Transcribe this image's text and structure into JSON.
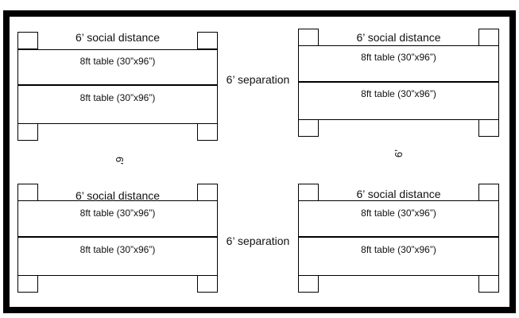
{
  "colors": {
    "stroke": "#000000",
    "background": "#ffffff",
    "text": "#111111"
  },
  "groups": [
    {
      "social_distance_label": "6’ social distance",
      "tables": [
        "8ft table (30”x96”)",
        "8ft table (30”x96”)"
      ]
    },
    {
      "social_distance_label": "6’ social distance",
      "tables": [
        "8ft table (30”x96”)",
        "8ft table (30”x96”)"
      ]
    },
    {
      "social_distance_label": "6’ social distance",
      "tables": [
        "8ft table (30”x96”)",
        "8ft table (30”x96”)"
      ]
    },
    {
      "social_distance_label": "6’ social distance",
      "tables": [
        "8ft table (30”x96”)",
        "8ft table (30”x96”)"
      ]
    }
  ],
  "separations": {
    "top": "6’ separation",
    "bottom": "6’ separation"
  },
  "vertical_gaps": {
    "left": "6’",
    "right": "6’"
  }
}
